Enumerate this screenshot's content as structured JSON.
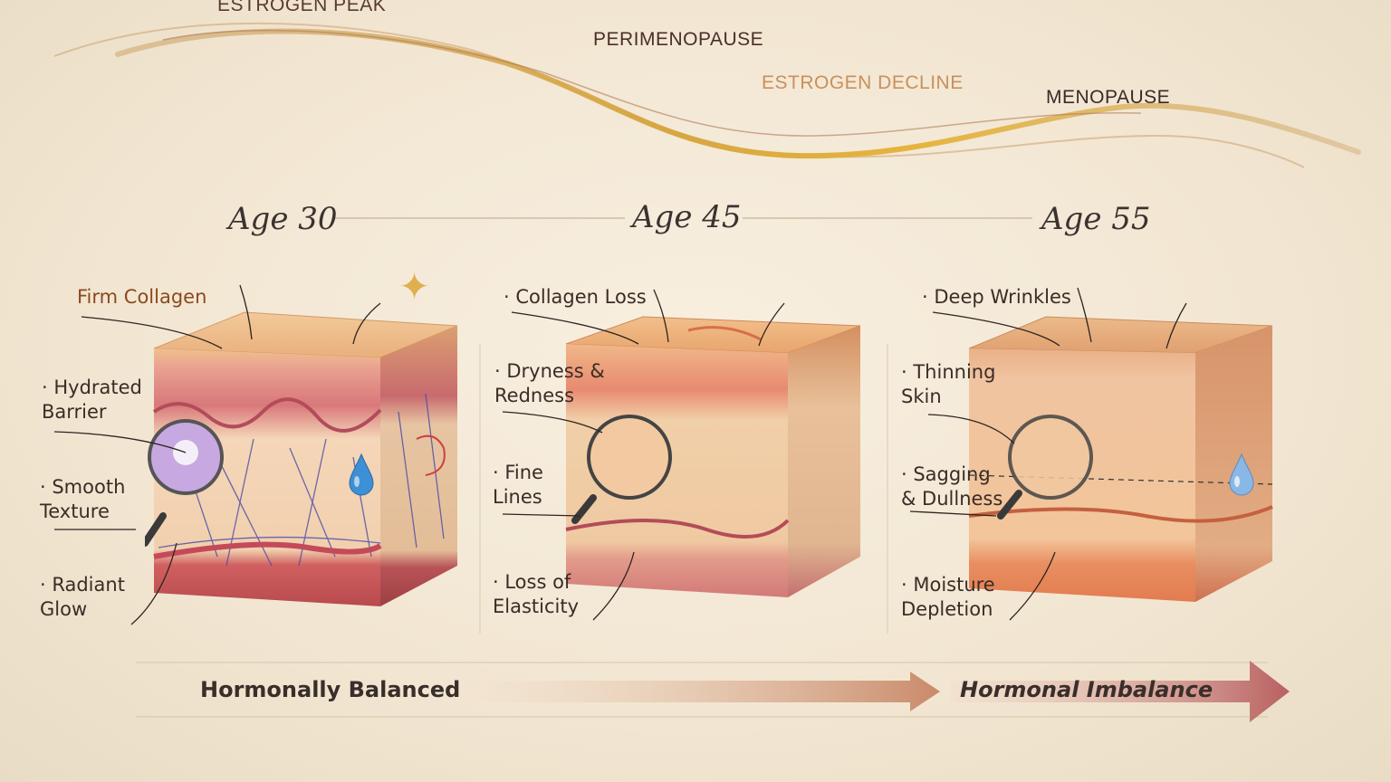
{
  "timeline": {
    "estrogen_peak": "ESTROGEN PEAK",
    "perimenopause": "PERIMENOPAUSE",
    "estrogen_decline": "ESTROGEN DECLINE",
    "menopause": "MENOPAUSE",
    "curve_color": "#d4a348"
  },
  "stages": [
    {
      "age": "Age 30",
      "callouts": [
        "Firm Collagen",
        "· Hydrated\nBarrier",
        "· Smooth\nTexture",
        "· Radiant\nGlow"
      ]
    },
    {
      "age": "Age 45",
      "callouts": [
        "· Collagen Loss",
        "· Dryness &\nRedness",
        "· Fine\nLines",
        "· Loss of\nElasticity"
      ]
    },
    {
      "age": "Age 55",
      "callouts": [
        "· Deep Wrinkles",
        "· Thinning\nSkin",
        "· Sagging\n& Dullness",
        "· Moisture\nDepletion"
      ]
    }
  ],
  "progression": {
    "start": "Hormonally Balanced",
    "end": "Hormonal Imbalance",
    "start_color": "#c98a6a",
    "end_color": "#b86060"
  },
  "icons": [
    "sparkle-icon",
    "water-drop-icon",
    "magnifier-icon",
    "arrow-right-icon"
  ]
}
